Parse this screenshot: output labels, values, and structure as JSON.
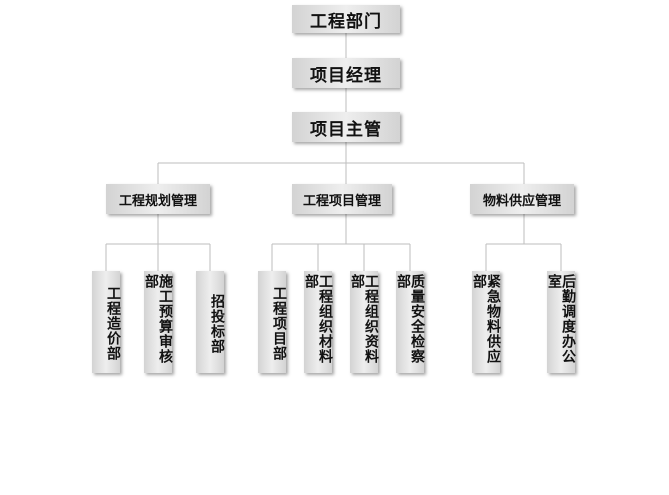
{
  "root": "工程部门",
  "manager": "项目经理",
  "supervisor": "项目主管",
  "departments": [
    {
      "label": "工程规划管理",
      "units": [
        "工程造价部",
        "施工预算审核部",
        "招投标部"
      ]
    },
    {
      "label": "工程项目管理",
      "units": [
        "工程项目部",
        "工程组织材料部",
        "工程组织资料部",
        "质量安全检察部"
      ]
    },
    {
      "label": "物料供应管理",
      "units": [
        "紧急物料供应部",
        "后勤调度办公室"
      ]
    }
  ]
}
